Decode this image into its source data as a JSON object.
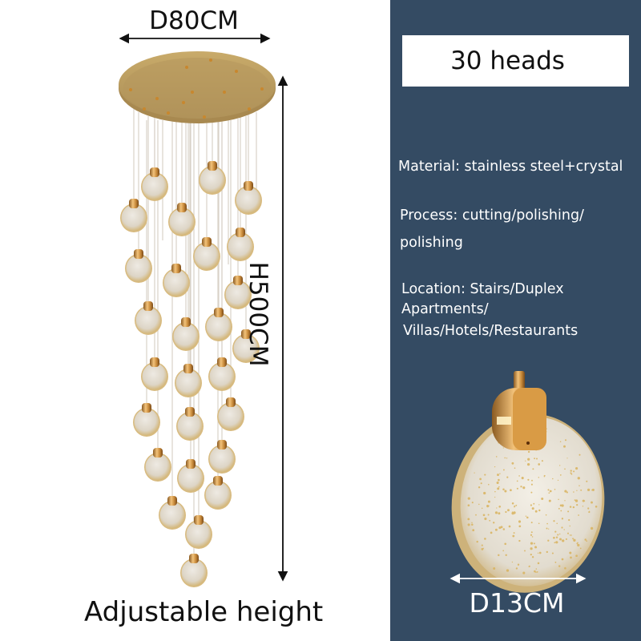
{
  "product_image": {
    "left_panel": {
      "width_dimension": "D80CM",
      "height_dimension": "H500CM",
      "caption": "Adjustable height",
      "background": "#ffffff"
    },
    "right_panel": {
      "background": "#344b63",
      "heads_label": "30 heads",
      "specs": {
        "material": "Material: stainless steel+crystal",
        "process_line1": "Process: cutting/polishing/",
        "process_line2": "polishing",
        "location_line1": "Location: Stairs/Duplex",
        "location_line2": "Apartments/",
        "location_line3": "Villas/Hotels/Restaurants"
      },
      "pendant_diameter": "D13CM"
    },
    "colors": {
      "gold": "#b8955a",
      "crystal": "#e8e2d6",
      "text_dark": "#111111",
      "text_light": "#ffffff"
    },
    "pendant_count": 30
  }
}
